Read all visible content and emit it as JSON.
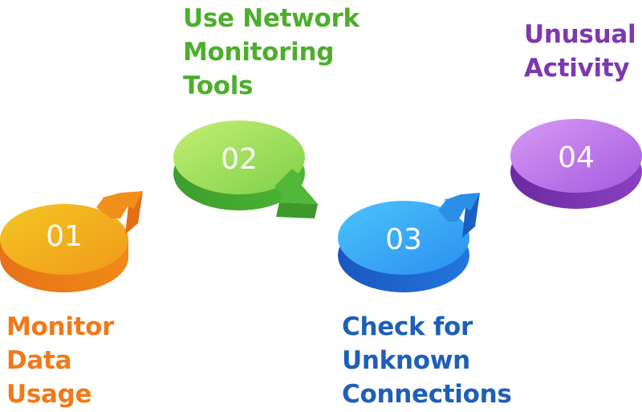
{
  "steps": [
    {
      "number": "01",
      "lines": [
        "Monitor",
        "Data",
        "Usage"
      ],
      "color": "#f07a1a",
      "top": "#f2b51e",
      "bottom": "#ee7d12"
    },
    {
      "number": "02",
      "lines": [
        "Use Network",
        "Monitoring",
        "Tools"
      ],
      "color": "#4caf2c",
      "top": "#a8e35f",
      "bottom": "#3fa12e"
    },
    {
      "number": "03",
      "lines": [
        "Check for",
        "Unknown",
        "Connections"
      ],
      "color": "#1e5fb8",
      "top": "#39b1f5",
      "bottom": "#1b5fc4"
    },
    {
      "number": "04",
      "lines": [
        "Unusual",
        "Activity"
      ],
      "color": "#7d38b0",
      "top": "#c689ee",
      "bottom": "#6d2fa6"
    }
  ]
}
